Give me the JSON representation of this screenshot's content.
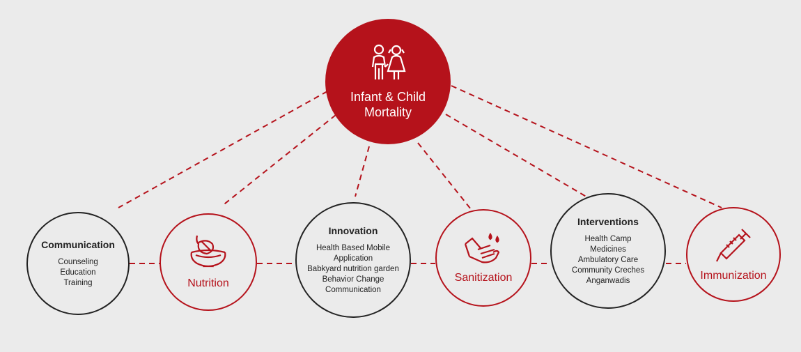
{
  "center": {
    "title_line1": "Infant & Child",
    "title_line2": "Mortality",
    "icon": "children-icon"
  },
  "nodes": [
    {
      "title": "Communication",
      "items": [
        "Counseling",
        "Education",
        "Training"
      ]
    },
    {
      "label": "Nutrition",
      "icon": "bowl-leaf-icon"
    },
    {
      "title": "Innovation",
      "items": [
        "Health Based Mobile",
        "Application",
        "Babkyard nutrition garden",
        "Behavior Change",
        "Communication"
      ]
    },
    {
      "label": "Sanitization",
      "icon": "hand-wash-icon"
    },
    {
      "title": "Interventions",
      "items": [
        "Health Camp",
        "Medicines",
        "Ambulatory Care",
        "Community Creches",
        "Anganwadis"
      ]
    },
    {
      "label": "Immunization",
      "icon": "syringe-icon"
    }
  ],
  "colors": {
    "accent": "#b5121b",
    "dark": "#222222",
    "background": "#ebebeb"
  }
}
